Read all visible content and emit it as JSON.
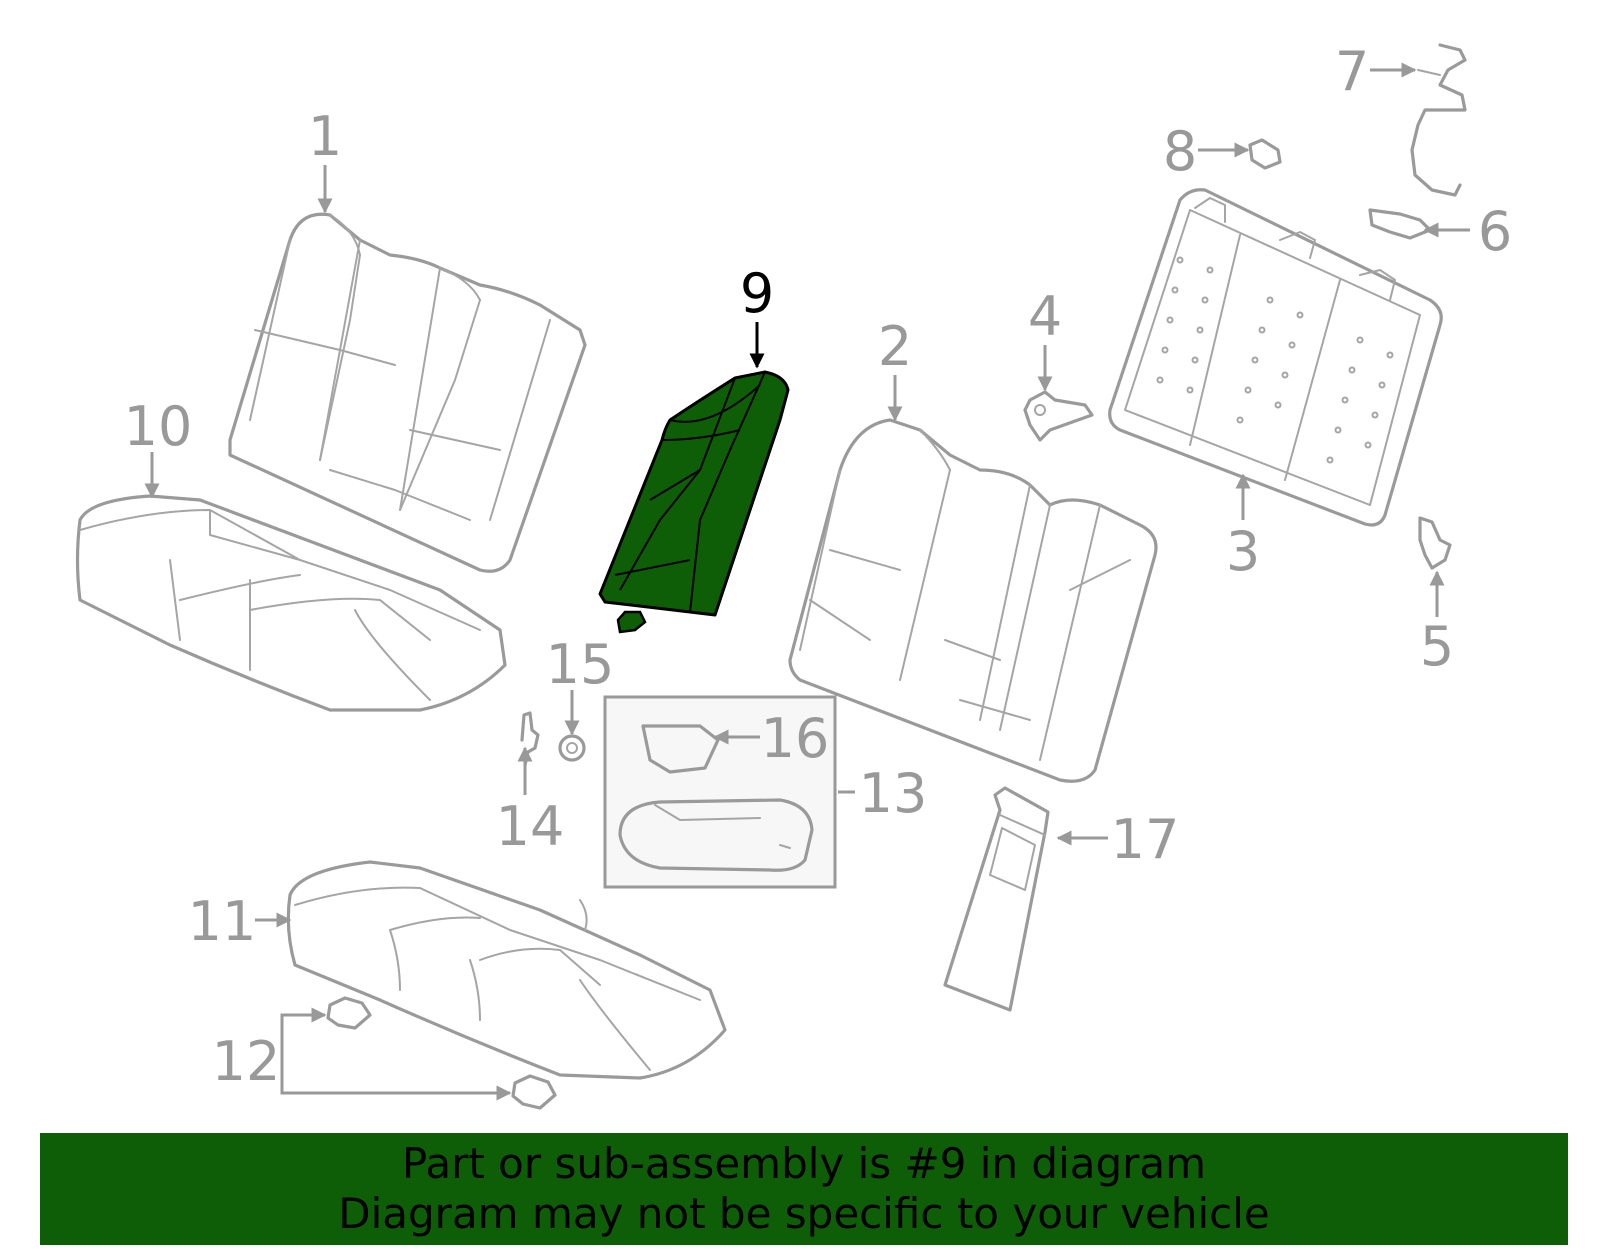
{
  "diagram": {
    "highlighted_part": "9",
    "highlight_color": "#0d5e07",
    "part_color": "#999999",
    "callouts": [
      "1",
      "2",
      "3",
      "4",
      "5",
      "6",
      "7",
      "8",
      "9",
      "10",
      "11",
      "12",
      "13",
      "14",
      "15",
      "16",
      "17"
    ]
  },
  "banner": {
    "background": "#0d5e07",
    "line1": "Part or sub-assembly is #9 in diagram",
    "line2": "Diagram may not be specific to your vehicle"
  }
}
